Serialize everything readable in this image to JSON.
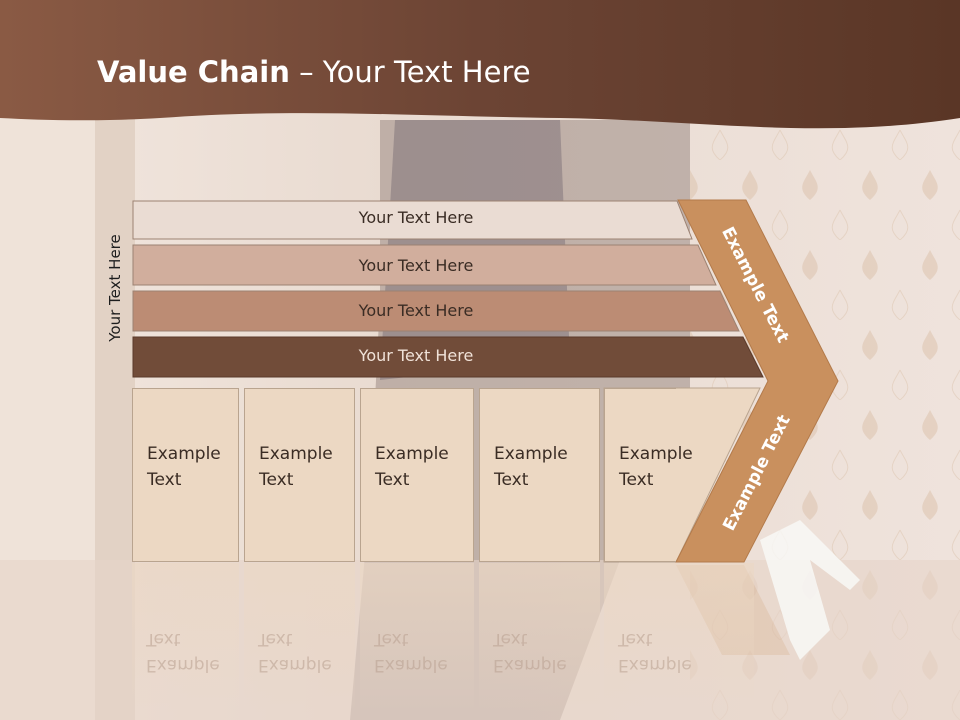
{
  "title": {
    "bold": "Value Chain",
    "rest": " – Your Text Here"
  },
  "side_label": "Your Text Here",
  "support_rows": [
    "Your Text Here",
    "Your Text Here",
    "Your Text Here",
    "Your Text Here"
  ],
  "primary_activities": [
    {
      "line1": "Example",
      "line2": "Text"
    },
    {
      "line1": "Example",
      "line2": "Text"
    },
    {
      "line1": "Example",
      "line2": "Text"
    },
    {
      "line1": "Example",
      "line2": "Text"
    },
    {
      "line1": "Example",
      "line2": "Text"
    }
  ],
  "margin_labels": [
    "Example Text",
    "Example Text"
  ],
  "colors": {
    "header": "#6b4332",
    "row1": "#eadcd3",
    "row2": "#d1ae9d",
    "row3": "#bc8c74",
    "row4": "#714c39",
    "cell": "#ecd8c3",
    "chevron": "#c9905e"
  }
}
